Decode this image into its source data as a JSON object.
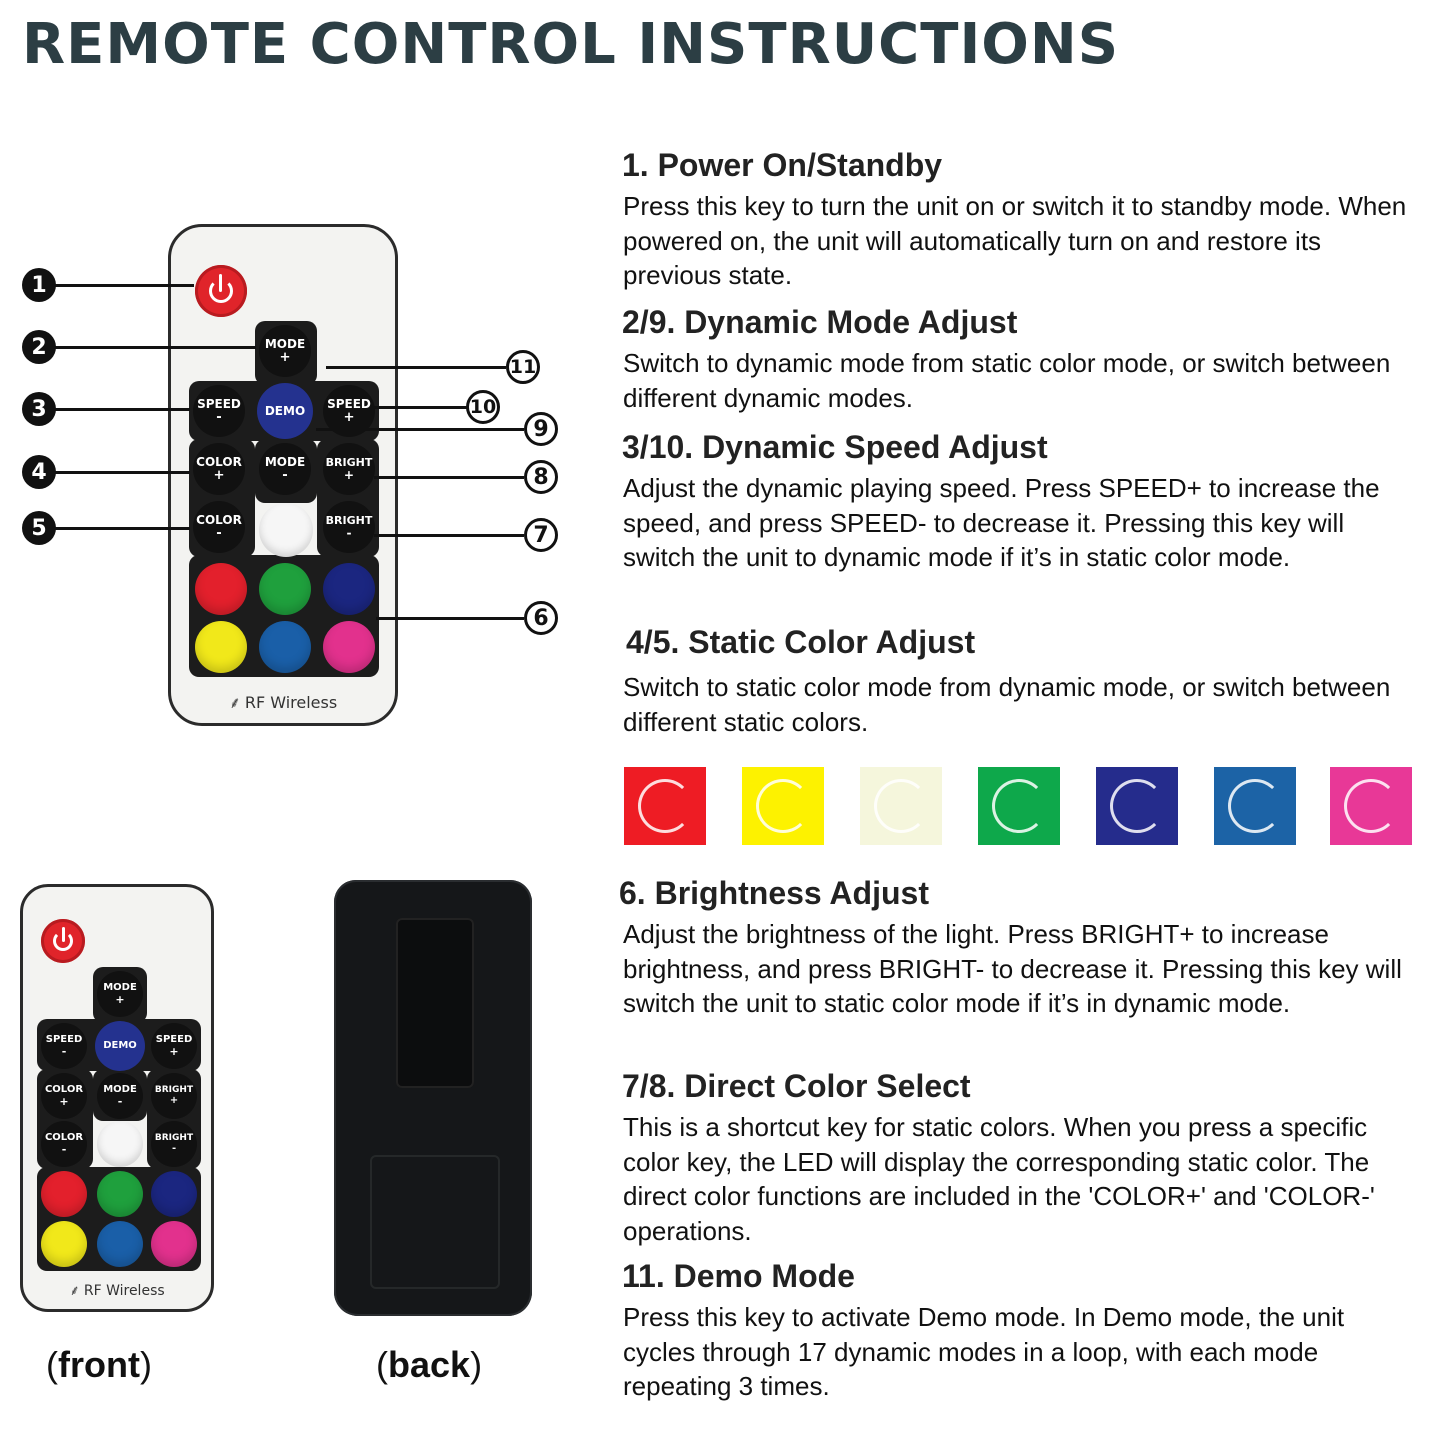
{
  "title": "REMOTE CONTROL INSTRUCTIONS",
  "remote": {
    "labels": {
      "mode": "MODE",
      "speed": "SPEED",
      "demo": "DEMO",
      "color": "COLOR",
      "bright": "BRIGHT",
      "plus": "+",
      "minus": "-"
    },
    "rf_text": "RF Wireless",
    "button_colors": [
      "#e3202c",
      "#1fa03d",
      "#1b2680",
      "#f1e81a",
      "#1a5fa8",
      "#e2318d"
    ]
  },
  "callouts": [
    "1",
    "2",
    "3",
    "4",
    "5",
    "6",
    "7",
    "8",
    "9",
    "10",
    "11"
  ],
  "captions": {
    "front": "front",
    "back": "back"
  },
  "sections": [
    {
      "title": "1. Power On/Standby",
      "body": "Press this key to turn the unit on or switch it to standby mode. When powered on, the unit will automatically turn on and restore its previous state."
    },
    {
      "title": "2/9. Dynamic Mode Adjust",
      "body": "Switch to dynamic mode from static color mode, or switch between different dynamic modes."
    },
    {
      "title": "3/10. Dynamic Speed Adjust",
      "body": "Adjust the dynamic playing speed. Press SPEED+ to increase the speed, and press SPEED- to decrease it. Pressing this key will switch the unit to dynamic mode if it’s in static color mode."
    },
    {
      "title": "4/5. Static Color Adjust",
      "body": "Switch to static color mode from dynamic mode, or switch between different static colors."
    },
    {
      "title": "6. Brightness Adjust",
      "body": "Adjust the brightness of the light. Press BRIGHT+ to increase brightness, and press BRIGHT- to decrease it. Pressing this key will switch the unit to static color mode if it’s in dynamic mode."
    },
    {
      "title": "7/8. Direct Color Select",
      "body": "This is a shortcut key for static colors. When you press a specific color key, the LED will display the corresponding static color. The direct color functions are included in the 'COLOR+' and 'COLOR-' operations."
    },
    {
      "title": "11. Demo Mode",
      "body": "Press this key to activate Demo mode. In Demo mode, the unit cycles through 17 dynamic modes in a loop, with each mode repeating 3 times."
    }
  ],
  "swatch_colors": [
    "#ee1c24",
    "#fdf200",
    "#f5f6dc",
    "#0ea84b",
    "#252c8c",
    "#1c63a6",
    "#e83897"
  ]
}
